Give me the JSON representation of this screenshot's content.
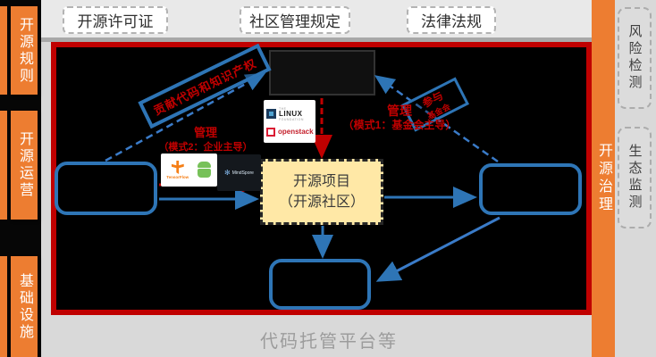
{
  "left_sidebar": {
    "items": [
      {
        "label": "开源规则"
      },
      {
        "label": "开源运营"
      },
      {
        "label": "基础设施"
      }
    ]
  },
  "top_labels": {
    "items": [
      {
        "label": "开源许可证"
      },
      {
        "label": "社区管理规定"
      },
      {
        "label": "法律法规"
      }
    ]
  },
  "right_bar": {
    "label": "开源治理"
  },
  "right_labels": {
    "items": [
      {
        "label": "风险检测"
      },
      {
        "label": "生态监测"
      }
    ]
  },
  "diagram": {
    "center_box": {
      "line1": "开源项目",
      "line2": "（开源社区）"
    },
    "edge_labels": {
      "contribute": "贡献代码和知识产权",
      "participate_line1": "参与",
      "participate_line2": "基金会",
      "manage1_line1": "管理",
      "manage1_line2": "（模式1：基金会主导）",
      "manage2_line1": "管理",
      "manage2_line2": "（模式2：企业主导）"
    },
    "logos": {
      "linux_name": "LINUX",
      "linux_prefix": "THE",
      "linux_sub": "FOUNDATION",
      "openstack_name": "openstack",
      "tensorflow_name": "TensorFlow",
      "mindspore_name": "MindSpore"
    }
  },
  "footer": {
    "label": "代码托管平台等"
  },
  "colors": {
    "orange": "#ED7D31",
    "panel_border_red": "#C00000",
    "node_blue": "#2E75B6",
    "red_text": "#C00000",
    "center_fill": "#FFE8A6",
    "panel_bg": "#000000",
    "page_bg": "#D9D9D9"
  }
}
